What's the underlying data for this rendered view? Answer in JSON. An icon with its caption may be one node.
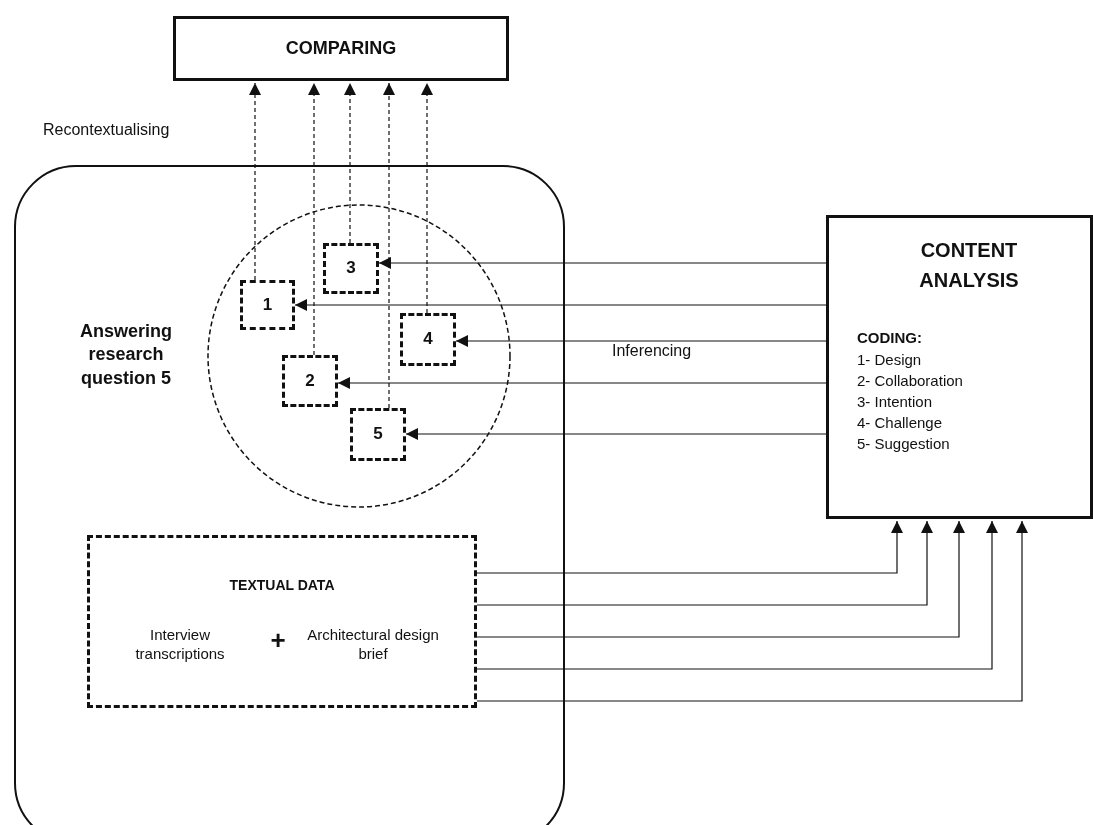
{
  "diagram": {
    "nodes": [
      {
        "text": [
          "COMPARING"
        ]
      },
      {
        "text": [
          "Answering research question 5"
        ]
      },
      {
        "text": [],
        "shape": "circle",
        "in": 1
      },
      {
        "text": [
          "3"
        ],
        "in": 2
      },
      {
        "text": [
          "1"
        ],
        "in": 2
      },
      {
        "text": [
          "4"
        ],
        "in": 2
      },
      {
        "text": [
          "2"
        ],
        "in": 2
      },
      {
        "text": [
          "5"
        ],
        "in": 2
      },
      {
        "text": [
          "TEXTUAL DATA",
          "Interview transcriptions",
          "+",
          "Architectural design brief"
        ],
        "in": 1
      },
      {
        "text": [
          "CONTENT ANALYSIS",
          "CODING:",
          "1- Design",
          "2- Collaboration",
          "3- Intention",
          "4- Challenge",
          "5- Suggestion"
        ]
      }
    ],
    "edges": [
      {
        "from": 4,
        "to": 0,
        "arrow": "to",
        "style": "dashed"
      },
      {
        "from": 6,
        "to": 0,
        "arrow": "to",
        "style": "dashed"
      },
      {
        "from": 3,
        "to": 0,
        "arrow": "to",
        "style": "dashed"
      },
      {
        "from": 7,
        "to": 0,
        "arrow": "to",
        "style": "dashed"
      },
      {
        "from": 5,
        "to": 0,
        "arrow": "to",
        "style": "dashed"
      },
      {
        "from": 9,
        "to": 3,
        "arrow": "to"
      },
      {
        "from": 9,
        "to": 4,
        "arrow": "to"
      },
      {
        "from": 9,
        "to": 5,
        "arrow": "to"
      },
      {
        "from": 9,
        "to": 6,
        "arrow": "to"
      },
      {
        "from": 9,
        "to": 7,
        "arrow": "to"
      },
      {
        "from": 8,
        "to": 9,
        "arrow": "to"
      },
      {
        "from": 8,
        "to": 9,
        "arrow": "to"
      },
      {
        "from": 8,
        "to": 9,
        "arrow": "to"
      },
      {
        "from": 8,
        "to": 9,
        "arrow": "to"
      },
      {
        "from": 8,
        "to": 9,
        "arrow": "to"
      }
    ],
    "labels": [
      "Recontextualising",
      "Inferencing"
    ]
  }
}
